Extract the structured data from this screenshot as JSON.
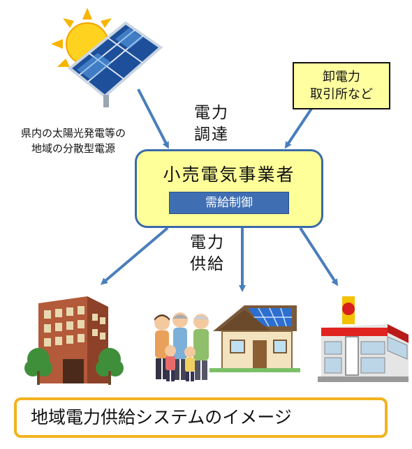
{
  "sources": {
    "local_label_line1": "県内の太陽光発電等の",
    "local_label_line2": "地域の分散型電源",
    "wholesale_line1": "卸電力",
    "wholesale_line2": "取引所など"
  },
  "procurement": {
    "line1": "電力",
    "line2": "調達"
  },
  "retailer": {
    "title": "小売電気事業者",
    "control": "需給制御"
  },
  "supply": {
    "line1": "電力",
    "line2": "供給"
  },
  "caption": "地域電力供給システムのイメージ",
  "icons": [
    "sun-icon",
    "solar-panel-icon",
    "office-building-icon",
    "family-icon",
    "solar-house-icon",
    "supermarket-icon"
  ],
  "colors": {
    "arrow": "#4a7ebb",
    "retailer_fill": "#ffff99",
    "control_fill": "#3f6fb2",
    "caption_border": "#f2b31f"
  }
}
